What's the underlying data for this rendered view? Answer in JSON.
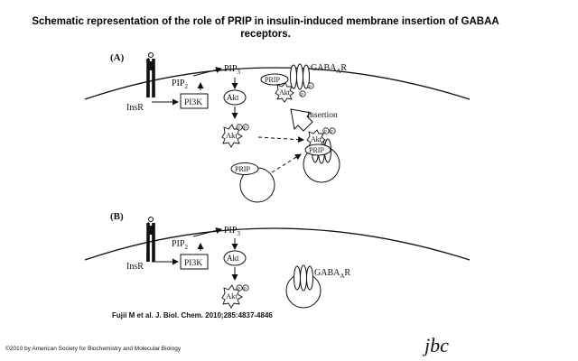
{
  "title": "Schematic representation of the role of PRIP in insulin-induced membrane insertion of GABAA receptors.",
  "panel_a": {
    "label": "(A)",
    "insr": "InsR",
    "pip2": "PIP",
    "pip2_sub": "2",
    "pi3k": "PI3K",
    "pip3": "PIP",
    "pip3_sub": "3",
    "akt": "Akt",
    "akt_phos": "Akt",
    "gaba_pre": "GABA",
    "gaba_sub": "A",
    "gaba_post": "R",
    "prip_membrane": "PRIP",
    "akt_membrane": "Akt",
    "insertion": "Insertion",
    "akt_vesicle": "Akt",
    "prip_vesicle": "PRIP",
    "prip_free": "PRIP",
    "p": "P"
  },
  "panel_b": {
    "label": "(B)",
    "insr": "InsR",
    "pip2": "PIP",
    "pip2_sub": "2",
    "pi3k": "PI3K",
    "pip3": "PIP",
    "pip3_sub": "3",
    "akt": "Akt",
    "akt_phos": "Akt",
    "gaba_pre": "GABA",
    "gaba_sub": "A",
    "gaba_post": "R",
    "p": "P"
  },
  "citation": "Fujii M et al. J. Biol. Chem. 2010;285:4837-4846",
  "copyright": "©2010 by American Society for Biochemistry and Molecular Biology",
  "logo": "jbc"
}
